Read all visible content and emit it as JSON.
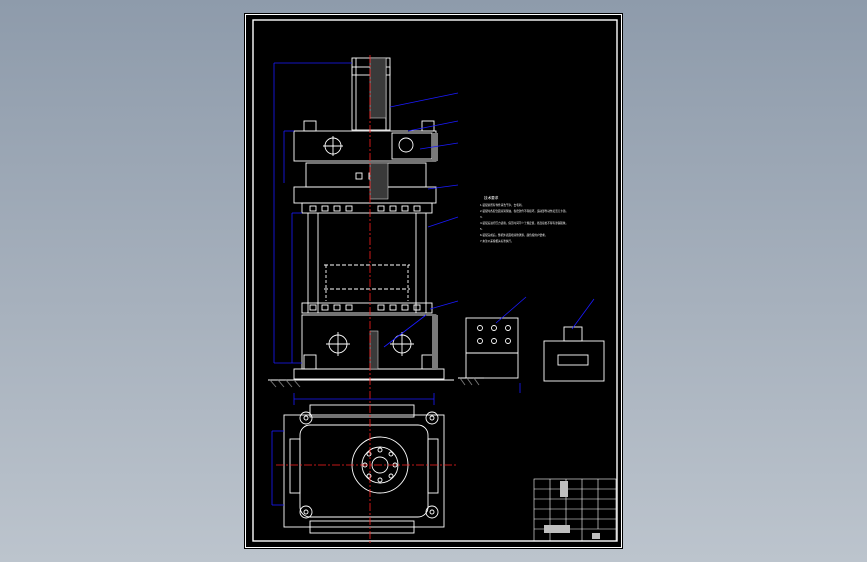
{
  "viewer": {
    "background_color": "#9aa5b3"
  },
  "drawing": {
    "colors": {
      "paper": "#000000",
      "frame": "#ffffff",
      "outline": "#ffffff",
      "dimension": "#1a1aff",
      "centerline": "#ff2020",
      "hatch": "#cfcfcf",
      "section": "#7a7a7a"
    },
    "tech_requirements": {
      "heading": "技术要求",
      "lines": [
        "1.装配前所有零件清洗干净，去毛刺。",
        "2.装配时各配合面涂润滑油，各密封件不得损坏，运动部件动作灵活无卡滞。",
        "3.",
        "4.装配后进行压力试验，保压时间不少于规定值，各连接处不得有渗漏现象。",
        "5.",
        "6.装配完成后，整机外表面喷涂防锈漆，颜色按用户要求。",
        "7.未注公差按相关标准执行。"
      ]
    },
    "title_block": {
      "drawing_no": "",
      "name": ""
    }
  }
}
